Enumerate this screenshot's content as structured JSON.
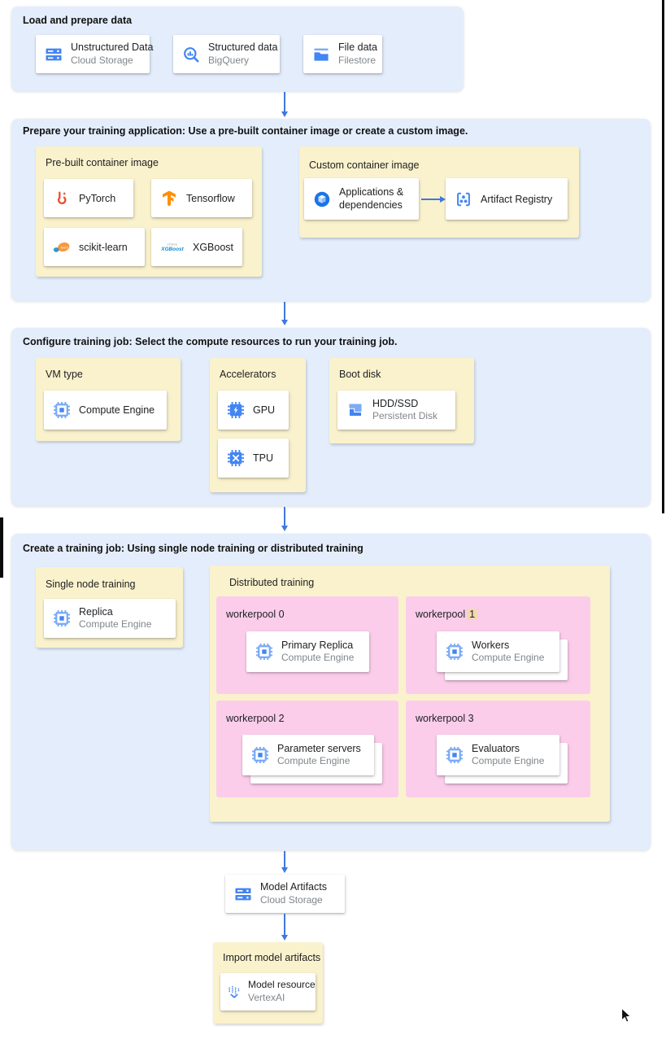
{
  "colors": {
    "canvas_bg": "#ffffff",
    "section_bg": "#e4edfb",
    "panel_yellow": "#faf2cc",
    "pool_pink": "#fbcdeb",
    "card_bg": "#ffffff",
    "arrow_blue": "#3e78e0",
    "icon_blue": "#4285f4",
    "title_text": "#202124",
    "subtitle_text": "#80868b",
    "badge_highlight": "#f3d9b0",
    "pytorch_orange": "#ee4c2c",
    "tensorflow_orange": "#ff8f00"
  },
  "sections": {
    "load": {
      "title": "Load and prepare data",
      "cards": [
        {
          "icon": "cloud-storage-icon",
          "title": "Unstructured Data",
          "subtitle": "Cloud Storage"
        },
        {
          "icon": "bigquery-icon",
          "title": "Structured data",
          "subtitle": "BigQuery"
        },
        {
          "icon": "filestore-icon",
          "title": "File data",
          "subtitle": "Filestore"
        }
      ]
    },
    "prepare": {
      "title": "Prepare your training application: Use a pre-built container image or create a custom image.",
      "prebuilt": {
        "title": "Pre-built container image",
        "cards": [
          {
            "icon": "pytorch-icon",
            "title": "PyTorch"
          },
          {
            "icon": "tensorflow-icon",
            "title": "Tensorflow"
          },
          {
            "icon": "scikit-learn-icon",
            "title": "scikit-learn"
          },
          {
            "icon": "xgboost-icon",
            "title": "XGBoost"
          }
        ]
      },
      "custom": {
        "title": "Custom container image",
        "source_card": {
          "icon": "package-icon",
          "title": "Applications & dependencies"
        },
        "target_card": {
          "icon": "artifact-registry-icon",
          "title": "Artifact Registry"
        }
      }
    },
    "configure": {
      "title": "Configure training job: Select the compute resources to run your training job.",
      "vm_type": {
        "title": "VM type",
        "card": {
          "icon": "compute-engine-icon",
          "title": "Compute Engine"
        }
      },
      "accelerators": {
        "title": "Accelerators",
        "cards": [
          {
            "icon": "gpu-icon",
            "title": "GPU"
          },
          {
            "icon": "tpu-icon",
            "title": "TPU"
          }
        ]
      },
      "boot_disk": {
        "title": "Boot disk",
        "card": {
          "icon": "persistent-disk-icon",
          "title": "HDD/SSD",
          "subtitle": "Persistent Disk"
        }
      }
    },
    "create": {
      "title": "Create a training job: Using single node training or distributed training",
      "single_node": {
        "title": "Single node training",
        "card": {
          "icon": "compute-engine-icon",
          "title": "Replica",
          "subtitle": "Compute Engine"
        }
      },
      "distributed": {
        "title": "Distributed training",
        "workerpools": [
          {
            "label": "workerpool 0",
            "card": {
              "icon": "compute-engine-icon",
              "title": "Primary Replica",
              "subtitle": "Compute Engine"
            },
            "stacked": false
          },
          {
            "label": "workerpool",
            "badge": "1",
            "card": {
              "icon": "compute-engine-icon",
              "title": "Workers",
              "subtitle": "Compute Engine"
            },
            "stacked": true
          },
          {
            "label": "workerpool 2",
            "card": {
              "icon": "compute-engine-icon",
              "title": "Parameter servers",
              "subtitle": "Compute Engine"
            },
            "stacked": true
          },
          {
            "label": "workerpool 3",
            "card": {
              "icon": "compute-engine-icon",
              "title": "Evaluators",
              "subtitle": "Compute Engine"
            },
            "stacked": true
          }
        ]
      }
    },
    "model_artifacts": {
      "card": {
        "icon": "cloud-storage-icon",
        "title": "Model Artifacts",
        "subtitle": "Cloud Storage"
      }
    },
    "import_model": {
      "title": "Import model artifacts",
      "card": {
        "icon": "vertex-ai-icon",
        "title": "Model resource",
        "subtitle": "VertexAI"
      }
    }
  }
}
